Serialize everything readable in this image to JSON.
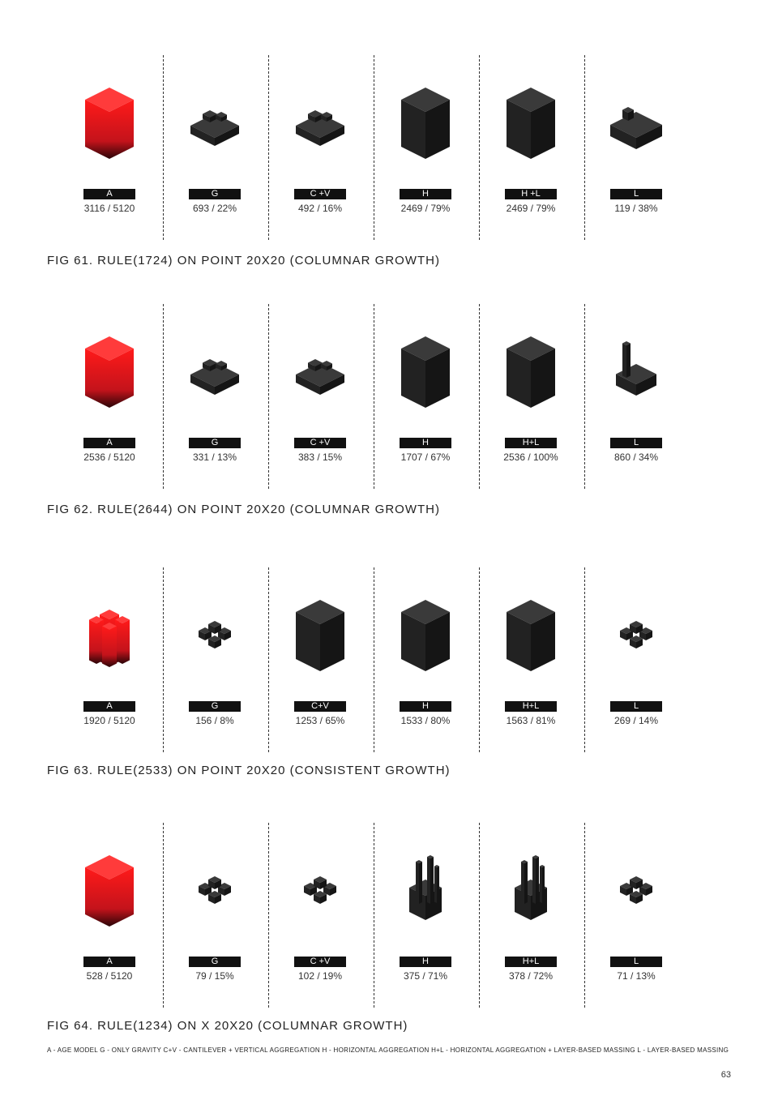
{
  "figures": [
    {
      "caption": "FIG 61. RULE(1724) ON POINT 20X20 (COLUMNAR GROWTH)",
      "panels": [
        {
          "label": "A",
          "stat": "3116 / 5120",
          "model": "red-block-icon"
        },
        {
          "label": "G",
          "stat": "693 / 22%",
          "model": "aggregation-icon"
        },
        {
          "label": "C +V",
          "stat": "492 / 16%",
          "model": "aggregation-icon"
        },
        {
          "label": "H",
          "stat": "2469 / 79%",
          "model": "aggregation-icon"
        },
        {
          "label": "H +L",
          "stat": "2469 / 79%",
          "model": "aggregation-icon"
        },
        {
          "label": "L",
          "stat": "119 / 38%",
          "model": "aggregation-icon"
        }
      ]
    },
    {
      "caption": "FIG 62. RULE(2644) ON POINT 20X20 (COLUMNAR GROWTH)",
      "panels": [
        {
          "label": "A",
          "stat": "2536 / 5120",
          "model": "red-block-icon"
        },
        {
          "label": "G",
          "stat": "331 / 13%",
          "model": "aggregation-icon"
        },
        {
          "label": "C +V",
          "stat": "383 / 15%",
          "model": "aggregation-icon"
        },
        {
          "label": "H",
          "stat": "1707 / 67%",
          "model": "aggregation-icon"
        },
        {
          "label": "H+L",
          "stat": "2536 / 100%",
          "model": "aggregation-icon"
        },
        {
          "label": "L",
          "stat": "860 / 34%",
          "model": "aggregation-icon"
        }
      ]
    },
    {
      "caption": "FIG 63. RULE(2533) ON POINT 20X20 (CONSISTENT GROWTH)",
      "panels": [
        {
          "label": "A",
          "stat": "1920 / 5120",
          "model": "red-block-icon"
        },
        {
          "label": "G",
          "stat": "156 / 8%",
          "model": "aggregation-icon"
        },
        {
          "label": "C+V",
          "stat": "1253 / 65%",
          "model": "aggregation-icon"
        },
        {
          "label": "H",
          "stat": "1533 / 80%",
          "model": "aggregation-icon"
        },
        {
          "label": "H+L",
          "stat": "1563 / 81%",
          "model": "aggregation-icon"
        },
        {
          "label": "L",
          "stat": "269 / 14%",
          "model": "aggregation-icon"
        }
      ]
    },
    {
      "caption": "FIG 64. RULE(1234) ON X 20X20 (COLUMNAR GROWTH)",
      "panels": [
        {
          "label": "A",
          "stat": "528 / 5120",
          "model": "red-block-icon"
        },
        {
          "label": "G",
          "stat": "79 / 15%",
          "model": "aggregation-icon"
        },
        {
          "label": "C +V",
          "stat": "102 / 19%",
          "model": "aggregation-icon"
        },
        {
          "label": "H",
          "stat": "375 / 71%",
          "model": "aggregation-icon"
        },
        {
          "label": "H+L",
          "stat": "378 / 72%",
          "model": "aggregation-icon"
        },
        {
          "label": "L",
          "stat": "71 / 13%",
          "model": "aggregation-icon"
        }
      ]
    }
  ],
  "legend": "A - AGE MODEL   G - ONLY GRAVITY   C+V - CANTILEVER + VERTICAL AGGREGATION   H - HORIZONTAL AGGREGATION   H+L - HORIZONTAL AGGREGATION + LAYER-BASED MASSING   L - LAYER-BASED MASSING",
  "page_number": "63",
  "colors": {
    "age_model": "#e8141a",
    "aggregation": "#2a2a2a",
    "label_bg": "#111111"
  }
}
